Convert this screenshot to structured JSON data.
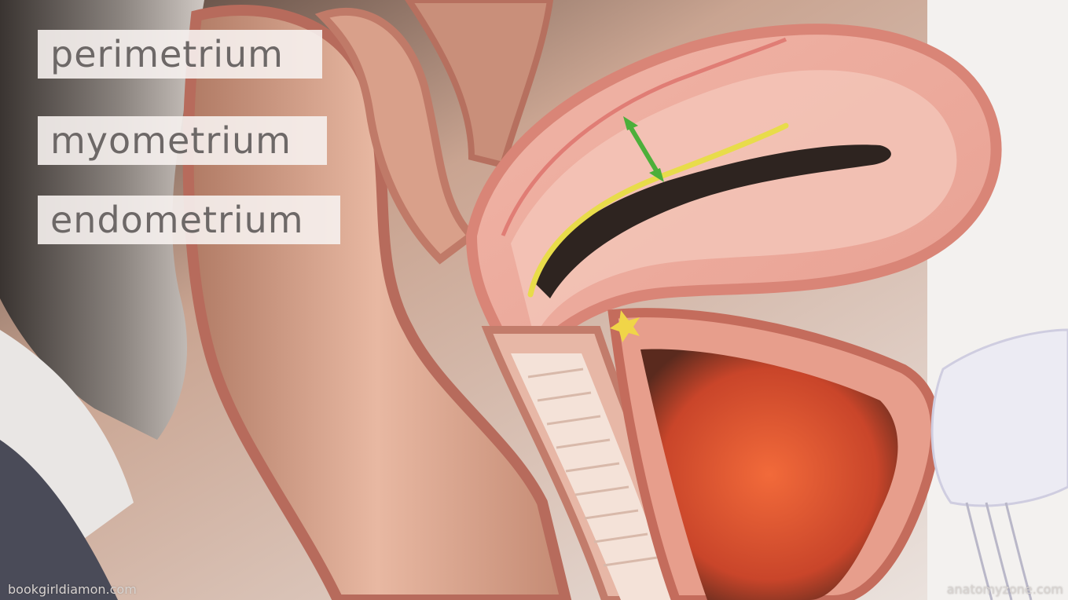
{
  "labels": {
    "perimetrium": "perimetrium",
    "myometrium": "myometrium",
    "endometrium": "endometrium"
  },
  "watermarks": {
    "left": "bookgirldiamon.com",
    "right": "anatomyzone.com"
  },
  "colors": {
    "perimetrium_line": "#e07d75",
    "myometrium_arrow": "#4caf3a",
    "endometrium_line": "#e8dc4a",
    "cavity": "#e8552b"
  }
}
